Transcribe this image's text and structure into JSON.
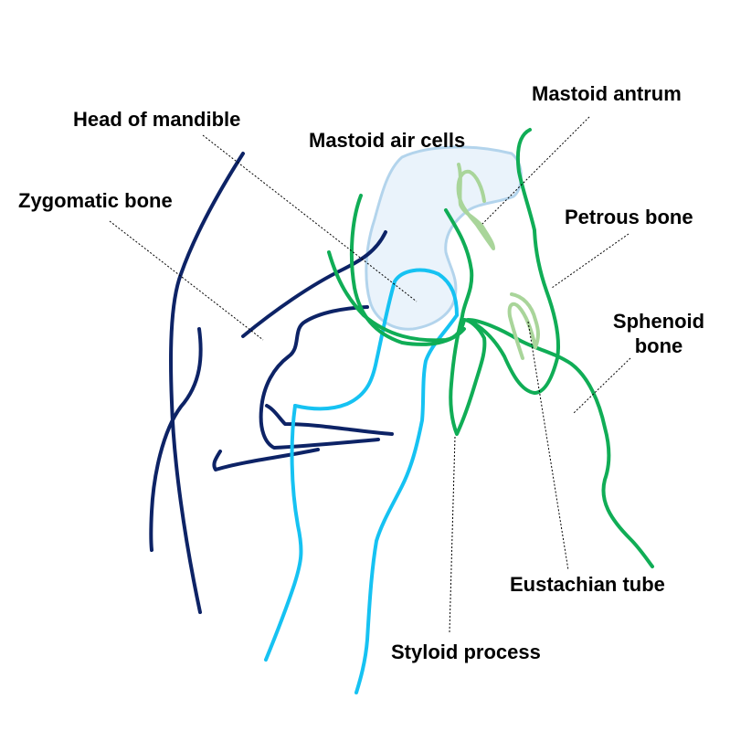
{
  "labels": {
    "mastoid_antrum": "Mastoid antrum",
    "head_of_mandible": "Head of mandible",
    "mastoid_air_cells": "Mastoid air cells",
    "zygomatic_bone": "Zygomatic bone",
    "petrous_bone": "Petrous bone",
    "sphenoid_bone_line1": "Sphenoid",
    "sphenoid_bone_line2": "bone",
    "eustachian_tube": "Eustachian tube",
    "styloid_process": "Styloid process"
  },
  "colors": {
    "navy": "#0d2366",
    "cyan": "#16c2f2",
    "green": "#10ad56",
    "light_green": "#a9d59a",
    "air_cells_fill": "#eaf3fb",
    "air_cells_stroke": "#b3d4ec"
  }
}
